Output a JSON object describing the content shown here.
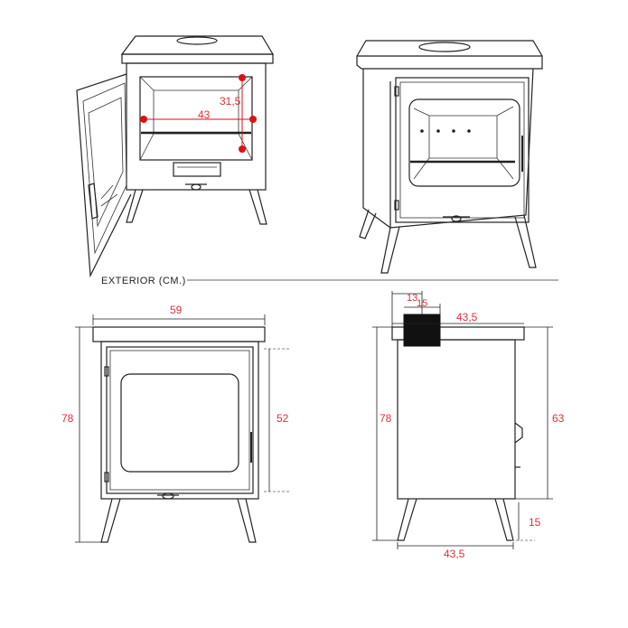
{
  "title": "EXTERIOR (CM.)",
  "colors": {
    "line": "#222222",
    "dimension_label": "#e0303a",
    "marker": "#dd1111"
  },
  "interior": {
    "width": "43",
    "height": "31,5"
  },
  "front": {
    "width": "59",
    "height": "78",
    "door_height": "52"
  },
  "side": {
    "height": "78",
    "top_depth": "43,5",
    "flue_offset": "13",
    "flue_diameter": "15",
    "body_height": "63",
    "leg_height": "15",
    "base_depth": "43,5"
  }
}
